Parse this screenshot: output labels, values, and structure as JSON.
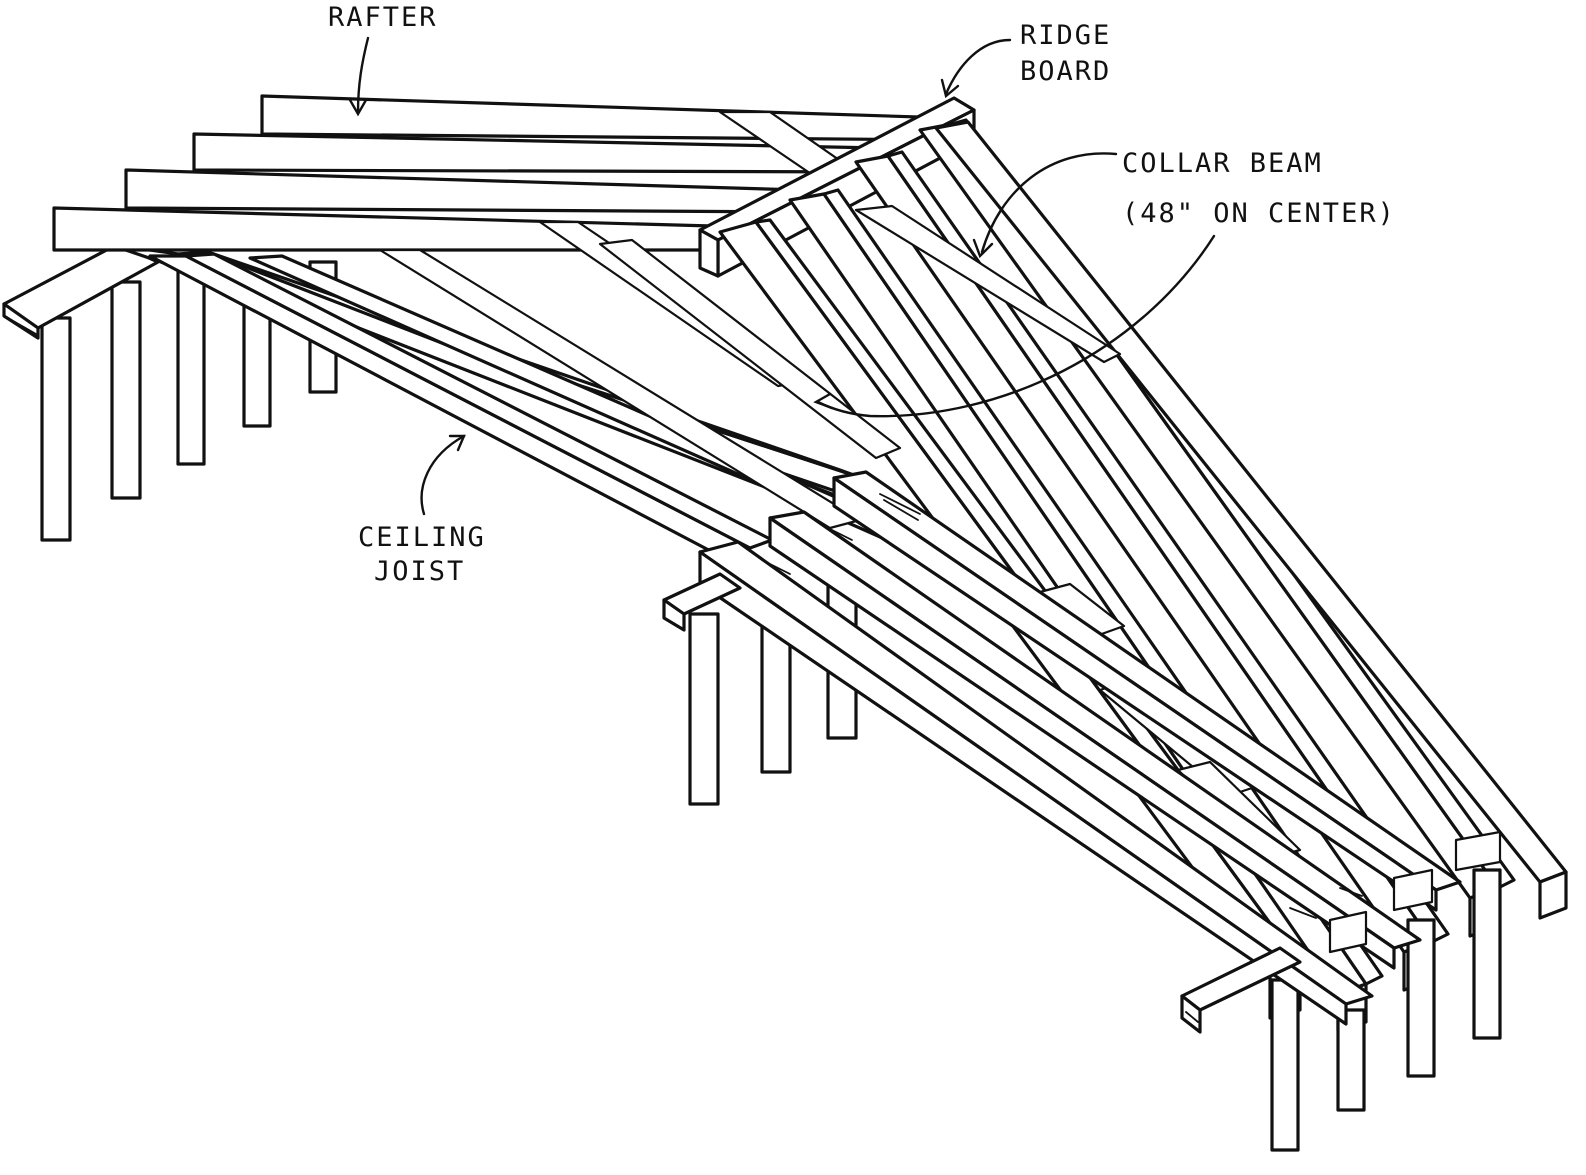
{
  "labels": {
    "rafter": "RAFTER",
    "ridge_board_line1": "RIDGE",
    "ridge_board_line2": "BOARD",
    "collar_beam_line1": "COLLAR BEAM",
    "collar_beam_line2": "(48\" ON CENTER)",
    "ceiling_joist_line1": "CEILING",
    "ceiling_joist_line2": "JOIST"
  },
  "colors": {
    "ink": "#111111",
    "paper": "#ffffff"
  }
}
